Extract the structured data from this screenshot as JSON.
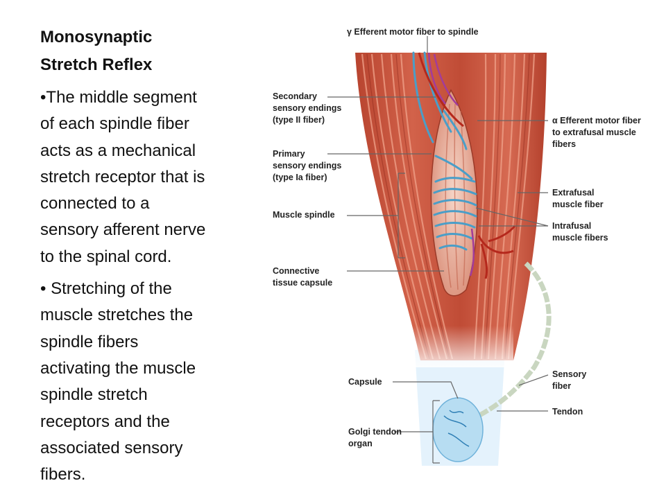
{
  "slide": {
    "title": [
      "Monosynaptic",
      "Stretch Reflex"
    ],
    "bullets": [
      {
        "lines": [
          "•The middle segment",
          "of each spindle fiber",
          "acts as a mechanical",
          "stretch receptor that is",
          "connected to a",
          "sensory afferent nerve",
          "to the spinal cord."
        ]
      },
      {
        "lines": [
          "• Stretching of the",
          "muscle stretches the",
          "spindle fibers",
          "activating the muscle",
          "spindle stretch",
          "receptors and the",
          "associated sensory",
          "fibers."
        ]
      }
    ]
  },
  "diagram": {
    "labels": {
      "gamma_efferent": "γ Efferent motor fiber to spindle",
      "secondary_endings": [
        "Secondary",
        "sensory endings",
        "(type II fiber)"
      ],
      "primary_endings": [
        "Primary",
        "sensory endings",
        "(type Ia fiber)"
      ],
      "muscle_spindle": "Muscle spindle",
      "connective_capsule": [
        "Connective",
        "tissue capsule"
      ],
      "alpha_efferent": [
        "α Efferent motor fiber",
        "to extrafusal muscle",
        "fibers"
      ],
      "extrafusal": [
        "Extrafusal",
        "muscle fiber"
      ],
      "intrafusal": [
        "Intrafusal",
        "muscle fibers"
      ],
      "sensory_fiber": [
        "Sensory",
        "fiber"
      ],
      "capsule": "Capsule",
      "tendon": "Tendon",
      "golgi": [
        "Golgi tendon",
        "organ"
      ]
    },
    "colors": {
      "muscle": "#c8503a",
      "muscle_light": "#e59a80",
      "spindle": "#f2c0b0",
      "sensory": "#4a9ec8",
      "motor_alpha": "#b5281c",
      "motor_gamma": "#a23c9a",
      "tendon": "#dcefff",
      "leader": "#555555"
    }
  }
}
